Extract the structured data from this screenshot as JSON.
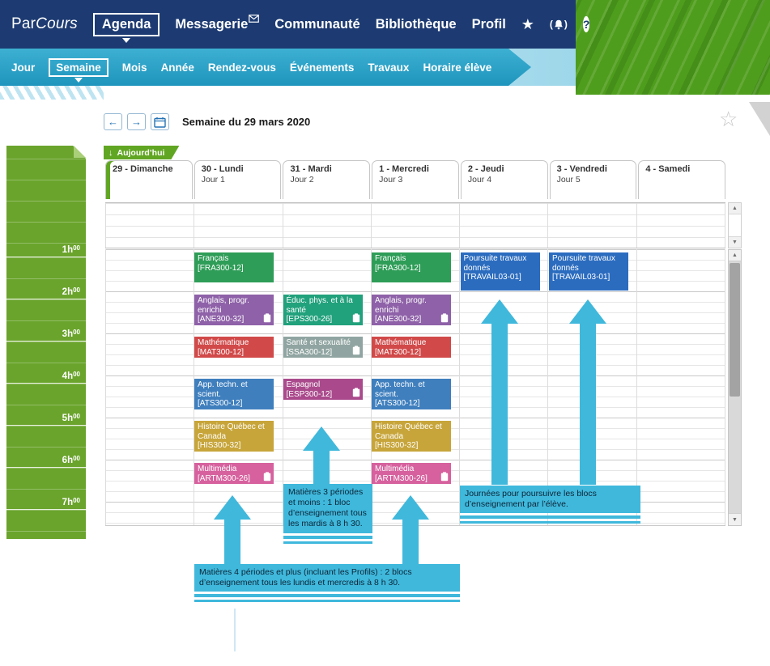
{
  "colors": {
    "topbar_bg": "#1d3b72",
    "subbar_bg": "#2aa5c9",
    "accent_green": "#61a623",
    "rail_green": "#6aa42c",
    "cyan": "#3fb8dc"
  },
  "icons": {
    "prev_arrow": "←",
    "next_arrow": "→",
    "scroll_up": "▲",
    "scroll_down": "▼",
    "today_arrow": "↓",
    "favorite_star": "★",
    "favorite_star_outline": "☆",
    "help": "?"
  },
  "topnav": {
    "brand_part1": "Par",
    "brand_part2": "Cours",
    "items": [
      {
        "label": "Agenda"
      },
      {
        "label": "Messagerie"
      },
      {
        "label": "Communauté"
      },
      {
        "label": "Bibliothèque"
      },
      {
        "label": "Profil"
      }
    ],
    "active_item": "Agenda"
  },
  "subnav": {
    "items": [
      {
        "label": "Jour"
      },
      {
        "label": "Semaine"
      },
      {
        "label": "Mois"
      },
      {
        "label": "Année"
      },
      {
        "label": "Rendez-vous"
      },
      {
        "label": "Événements"
      },
      {
        "label": "Travaux"
      },
      {
        "label": "Horaire élève"
      }
    ],
    "active_item": "Semaine"
  },
  "toolbar": {
    "title": "Semaine du 29 mars 2020",
    "today_label": "Aujourd’hui"
  },
  "week": {
    "days": [
      {
        "date": "29 - Dimanche",
        "sub": ""
      },
      {
        "date": "30 - Lundi",
        "sub": "Jour 1"
      },
      {
        "date": "31 - Mardi",
        "sub": "Jour 2"
      },
      {
        "date": "1 - Mercredi",
        "sub": "Jour 3"
      },
      {
        "date": "2 - Jeudi",
        "sub": "Jour 4"
      },
      {
        "date": "3 - Vendredi",
        "sub": "Jour 5"
      },
      {
        "date": "4 - Samedi",
        "sub": ""
      }
    ],
    "times": [
      {
        "h": "1h",
        "m": "00"
      },
      {
        "h": "2h",
        "m": "00"
      },
      {
        "h": "3h",
        "m": "00"
      },
      {
        "h": "4h",
        "m": "00"
      },
      {
        "h": "5h",
        "m": "00"
      },
      {
        "h": "6h",
        "m": "00"
      },
      {
        "h": "7h",
        "m": "00"
      }
    ]
  },
  "events": [
    {
      "title": "Français",
      "code": "[FRA300-12]",
      "color": "#2e9d57",
      "has_icon": false
    },
    {
      "title": "Anglais, progr. enrichi",
      "code": "[ANE300-32]",
      "color": "#8e61a8",
      "has_icon": true
    },
    {
      "title": "Mathématique",
      "code": "[MAT300-12]",
      "color": "#d14949",
      "has_icon": false
    },
    {
      "title": "App. techn. et scient.",
      "code": "[ATS300-12]",
      "color": "#3f7fbe",
      "has_icon": false
    },
    {
      "title": "Histoire Québec et Canada",
      "code": "[HIS300-32]",
      "color": "#c7a53a",
      "has_icon": false
    },
    {
      "title": "Multimédia",
      "code": "[ARTM300-26]",
      "color": "#d6619e",
      "has_icon": true
    },
    {
      "title": "Éduc. phys. et à la santé",
      "code": "[EPS300-26]",
      "color": "#21a17c",
      "has_icon": true
    },
    {
      "title": "Santé et sexualité",
      "code": "[SSA300-12]",
      "color": "#90a5a1",
      "has_icon": true
    },
    {
      "title": "Espagnol",
      "code": "[ESP300-12]",
      "color": "#aa4a8c",
      "has_icon": true
    },
    {
      "title": "Poursuite travaux donnés",
      "code": "[TRAVAIL03-01]",
      "color": "#2b6cbf",
      "has_icon": false
    }
  ],
  "annotations": {
    "tuesday_note": "Matières 3 périodes et moins : 1 bloc d’enseignement tous les mardis à 8 h 30.",
    "pursuit_note": "Journées pour poursuivre les blocs d’enseignement par l’élève.",
    "monday_wednesday_note": "Matières 4 périodes et plus (incluant les Profils) : 2 blocs d’enseignement tous les lundis et mercredis à 8 h 30."
  }
}
